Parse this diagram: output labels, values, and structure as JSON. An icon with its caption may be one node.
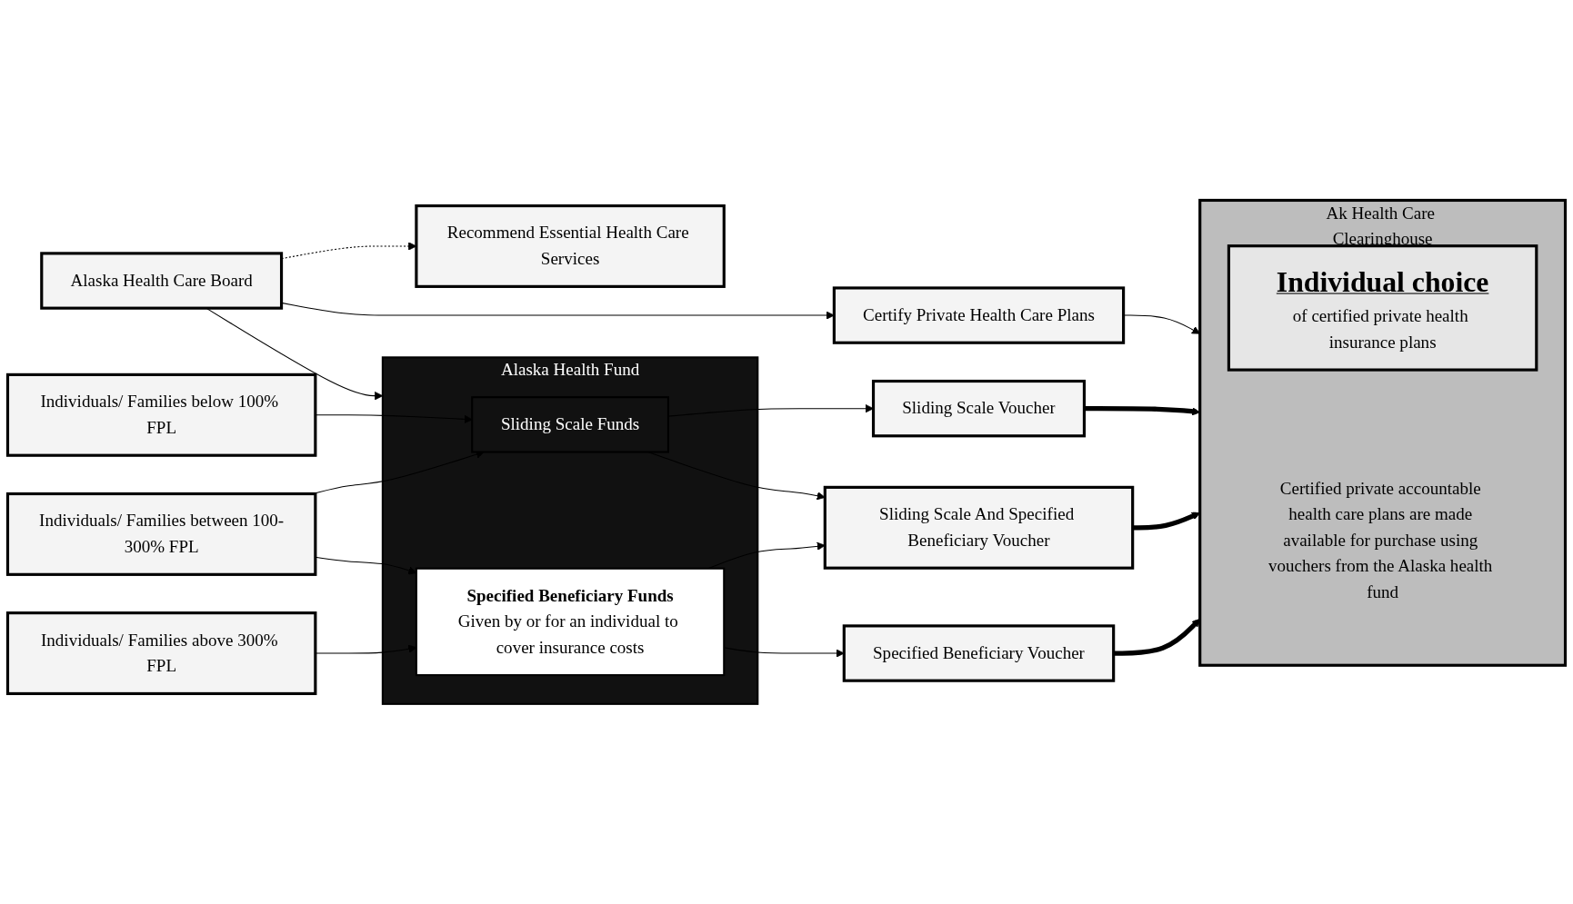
{
  "diagram": {
    "nodes": [
      {
        "text": [
          "Recommend Essential Health Care Services"
        ]
      },
      {
        "text": [
          "Alaska Health Care Board"
        ]
      },
      {
        "text": [
          "Certify Private Health Care Plans"
        ]
      },
      {
        "text": [
          "Individuals/ Families below 100% FPL"
        ]
      },
      {
        "text": [
          "Alaska Health Fund"
        ]
      },
      {
        "text": [
          "Sliding Scale Funds"
        ],
        "in": 4
      },
      {
        "text": [
          "Specified Beneficiary Funds",
          "Given by or for an individual to cover insurance costs"
        ],
        "in": 4
      },
      {
        "text": [
          "Sliding Scale Voucher"
        ]
      },
      {
        "text": [
          "Ak Health Care Clearinghouse",
          "Certified private accountable health care plans are made available for purchase using vouchers from the Alaska health fund"
        ]
      },
      {
        "text": [
          "Individual choice",
          "of certified private health insurance plans"
        ],
        "in": 8
      },
      {
        "text": [
          "Individuals/ Families between 100-300% FPL"
        ]
      },
      {
        "text": [
          "Sliding Scale And Specified Beneficiary Voucher"
        ]
      },
      {
        "text": [
          "Individuals/ Families above 300% FPL"
        ]
      },
      {
        "text": [
          "Specified Beneficiary Voucher"
        ]
      }
    ],
    "edges": [
      {
        "from": 1,
        "to": 0,
        "arrow": "to",
        "style": "dashed"
      },
      {
        "from": 1,
        "to": 2,
        "arrow": "to"
      },
      {
        "from": 1,
        "to": 4,
        "arrow": "to"
      },
      {
        "from": 2,
        "to": 8,
        "arrow": "to"
      },
      {
        "from": 3,
        "to": 5,
        "arrow": "to"
      },
      {
        "from": 10,
        "to": 5,
        "arrow": "to"
      },
      {
        "from": 10,
        "to": 6,
        "arrow": "to"
      },
      {
        "from": 12,
        "to": 6,
        "arrow": "to"
      },
      {
        "from": 5,
        "to": 7,
        "arrow": "to"
      },
      {
        "from": 5,
        "to": 11,
        "arrow": "to"
      },
      {
        "from": 6,
        "to": 11,
        "arrow": "to"
      },
      {
        "from": 6,
        "to": 13,
        "arrow": "to"
      },
      {
        "from": 7,
        "to": 8,
        "arrow": "to",
        "style": "thick"
      },
      {
        "from": 11,
        "to": 8,
        "arrow": "to",
        "style": "thick"
      },
      {
        "from": 13,
        "to": 8,
        "arrow": "to",
        "style": "thick"
      }
    ]
  }
}
